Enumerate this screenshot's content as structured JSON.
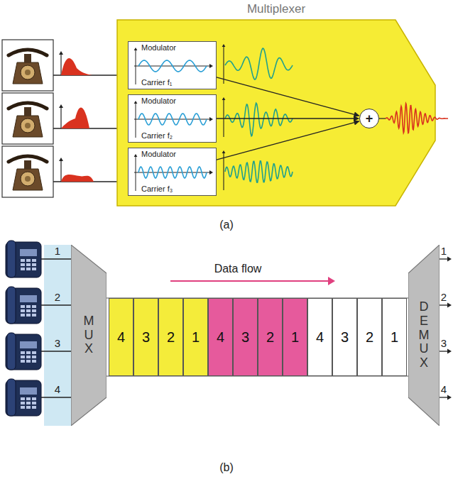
{
  "diagram": {
    "nodes": [
      {
        "text": [
          "Multiplexer"
        ]
      },
      {
        "text": [
          "Modulator",
          "Carrier f₁"
        ],
        "in": 0
      },
      {
        "text": [
          "Modulator",
          "Carrier f₂"
        ],
        "in": 0
      },
      {
        "text": [
          "Modulator",
          "Carrier f₃"
        ],
        "in": 0
      },
      {
        "text": [
          "+"
        ],
        "in": 0
      },
      {
        "text": [
          "MUX"
        ]
      },
      {
        "text": [
          "4"
        ]
      },
      {
        "text": [
          "3"
        ]
      },
      {
        "text": [
          "2"
        ]
      },
      {
        "text": [
          "1"
        ]
      },
      {
        "text": [
          "4"
        ]
      },
      {
        "text": [
          "3"
        ]
      },
      {
        "text": [
          "2"
        ]
      },
      {
        "text": [
          "1"
        ]
      },
      {
        "text": [
          "4"
        ]
      },
      {
        "text": [
          "3"
        ]
      },
      {
        "text": [
          "2"
        ]
      },
      {
        "text": [
          "1"
        ]
      },
      {
        "text": [
          "DEMUX"
        ]
      }
    ],
    "edges": [
      {
        "from": 1,
        "to": 4,
        "arrow": "to"
      },
      {
        "from": 2,
        "to": 4,
        "arrow": "to"
      },
      {
        "from": 3,
        "to": 4,
        "arrow": "to"
      }
    ],
    "labels": [
      "(a)",
      "1",
      "2",
      "3",
      "4",
      "Data flow",
      "1",
      "2",
      "3",
      "4",
      "(b)"
    ]
  }
}
